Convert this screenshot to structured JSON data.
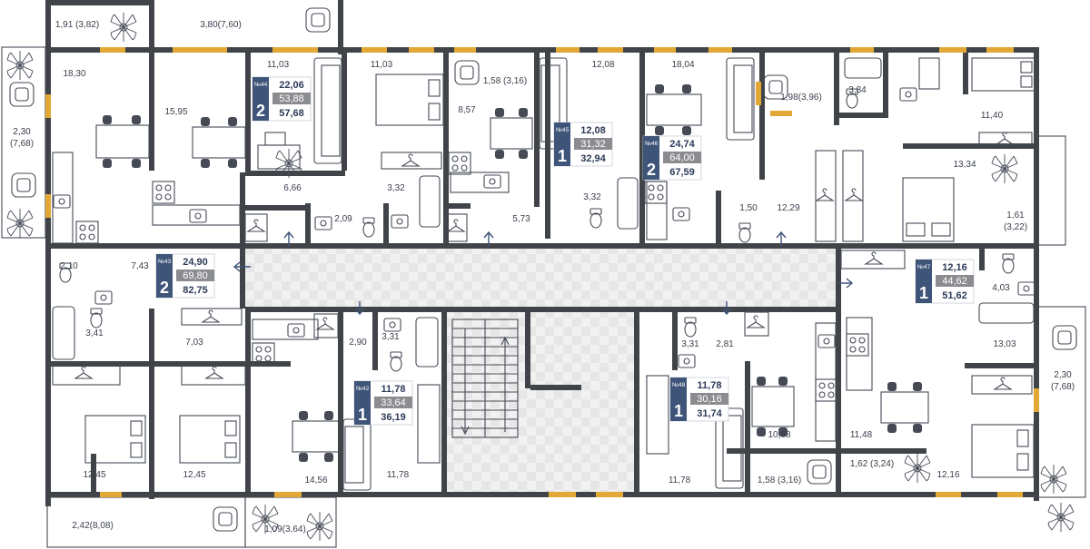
{
  "colors": {
    "wall": "#404448",
    "window": "#e2a835",
    "badge_number_bg": "#3f5479",
    "badge_mid_bg": "#8b8c8f",
    "badge_text_dark": "#2d3a58",
    "corridor": "#ececec",
    "arrow": "#3f5479"
  },
  "rooms": [
    {
      "id": "r01",
      "label": "1,91 (3,82)"
    },
    {
      "id": "r02",
      "label": "3,80(7,60)"
    },
    {
      "id": "r03",
      "label": "18,30"
    },
    {
      "id": "r04",
      "label": "2,30\n(7,68)"
    },
    {
      "id": "r05",
      "label": "15,95"
    },
    {
      "id": "r06",
      "label": "11,03"
    },
    {
      "id": "r07",
      "label": "11,03"
    },
    {
      "id": "r08",
      "label": "1,58 (3,16)"
    },
    {
      "id": "r09",
      "label": "8,57"
    },
    {
      "id": "r10",
      "label": "12,08"
    },
    {
      "id": "r11",
      "label": "18,04"
    },
    {
      "id": "r12",
      "label": "1,98(3,96)"
    },
    {
      "id": "r13",
      "label": "3,84"
    },
    {
      "id": "r14",
      "label": "11,40"
    },
    {
      "id": "r15",
      "label": "13,34"
    },
    {
      "id": "r16",
      "label": "6,66"
    },
    {
      "id": "r17",
      "label": "3,32"
    },
    {
      "id": "r18",
      "label": "2,09"
    },
    {
      "id": "r19",
      "label": "5,73"
    },
    {
      "id": "r20",
      "label": "3,32"
    },
    {
      "id": "r21",
      "label": "1,50"
    },
    {
      "id": "r22",
      "label": "12,29"
    },
    {
      "id": "r23",
      "label": "1,61\n(3,22)"
    },
    {
      "id": "r24",
      "label": "2,10"
    },
    {
      "id": "r25",
      "label": "7,43"
    },
    {
      "id": "r26",
      "label": "4,03"
    },
    {
      "id": "r27",
      "label": "3,41"
    },
    {
      "id": "r28",
      "label": "7,03"
    },
    {
      "id": "r29",
      "label": "2,90"
    },
    {
      "id": "r30",
      "label": "3,31"
    },
    {
      "id": "r31",
      "label": "3,31"
    },
    {
      "id": "r32",
      "label": "2,81"
    },
    {
      "id": "r33",
      "label": "13,03"
    },
    {
      "id": "r34",
      "label": "2,30\n(7,68)"
    },
    {
      "id": "r35",
      "label": "12,45"
    },
    {
      "id": "r36",
      "label": "12,45"
    },
    {
      "id": "r37",
      "label": "14,56"
    },
    {
      "id": "r38",
      "label": "11,78"
    },
    {
      "id": "r39",
      "label": "10,68"
    },
    {
      "id": "r40",
      "label": "11,48"
    },
    {
      "id": "r41",
      "label": "11,78"
    },
    {
      "id": "r42",
      "label": "1,58 (3,16)"
    },
    {
      "id": "r43",
      "label": "1,62 (3,24)"
    },
    {
      "id": "r44",
      "label": "12,16"
    },
    {
      "id": "r45",
      "label": "2,42(8,08)"
    },
    {
      "id": "r46",
      "label": "1,09(3,64)"
    }
  ],
  "apartments": [
    {
      "id": "44",
      "number": "№44",
      "rooms": "2",
      "living": "22,06",
      "total": "53,88",
      "full": "57,68"
    },
    {
      "id": "45",
      "number": "№45",
      "rooms": "1",
      "living": "12,08",
      "total": "31,32",
      "full": "32,94"
    },
    {
      "id": "46",
      "number": "№46",
      "rooms": "2",
      "living": "24,74",
      "total": "64,00",
      "full": "67,59"
    },
    {
      "id": "43",
      "number": "№43",
      "rooms": "2",
      "living": "24,90",
      "total": "69,80",
      "full": "82,75"
    },
    {
      "id": "47",
      "number": "№47",
      "rooms": "1",
      "living": "12,16",
      "total": "44,62",
      "full": "51,62"
    },
    {
      "id": "42",
      "number": "№42",
      "rooms": "1",
      "living": "11,78",
      "total": "33,64",
      "full": "36,19"
    },
    {
      "id": "48",
      "number": "№48",
      "rooms": "1",
      "living": "11,78",
      "total": "30,16",
      "full": "31,74"
    }
  ]
}
